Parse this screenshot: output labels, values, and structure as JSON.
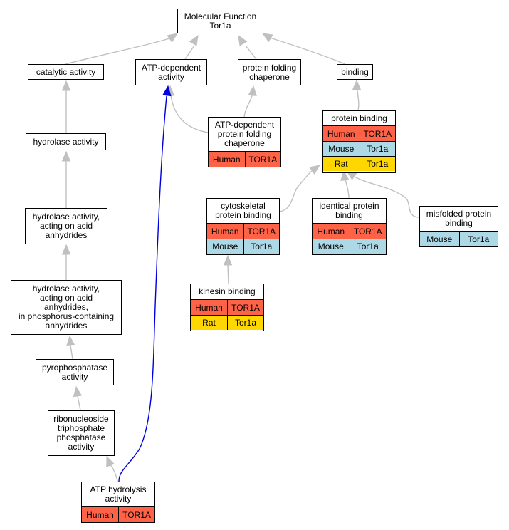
{
  "colors": {
    "edge": "#c0c0c0",
    "highlight_edge": "#0000dd",
    "human": "#ff6347",
    "mouse": "#add8e6",
    "rat": "#ffd700"
  },
  "nodes": {
    "root": "Molecular Function\nTor1a",
    "catalytic": "catalytic activity",
    "atp_dep": "ATP-dependent\nactivity",
    "folding_chaperone": "protein folding\nchaperone",
    "binding": "binding",
    "hydrolase": "hydrolase activity",
    "hydrolase_anhydrides": "hydrolase activity,\nacting on acid\nanhydrides",
    "hydrolase_phos": "hydrolase activity,\nacting on acid\nanhydrides,\nin phosphorus-containing\nanhydrides",
    "pyrophosphatase": "pyrophosphatase\nactivity",
    "ribonucleoside": "ribonucleoside\ntriphosphate\nphosphatase\nactivity"
  },
  "tables": {
    "atp_hydrolysis": {
      "title": "ATP hydrolysis\nactivity",
      "rows": [
        [
          "Human",
          "TOR1A"
        ]
      ]
    },
    "atp_dep_chaperone": {
      "title": "ATP-dependent\nprotein folding\nchaperone",
      "rows": [
        [
          "Human",
          "TOR1A"
        ]
      ]
    },
    "protein_binding": {
      "title": "protein binding",
      "rows": [
        [
          "Human",
          "TOR1A"
        ],
        [
          "Mouse",
          "Tor1a"
        ],
        [
          "Rat",
          "Tor1a"
        ]
      ]
    },
    "cytoskeletal": {
      "title": "cytoskeletal\nprotein binding",
      "rows": [
        [
          "Human",
          "TOR1A"
        ],
        [
          "Mouse",
          "Tor1a"
        ]
      ]
    },
    "identical": {
      "title": "identical protein\nbinding",
      "rows": [
        [
          "Human",
          "TOR1A"
        ],
        [
          "Mouse",
          "Tor1a"
        ]
      ]
    },
    "misfolded": {
      "title": "misfolded protein\nbinding",
      "rows": [
        [
          "Mouse",
          "Tor1a"
        ]
      ]
    },
    "kinesin": {
      "title": "kinesin binding",
      "rows": [
        [
          "Human",
          "TOR1A"
        ],
        [
          "Rat",
          "Tor1a"
        ]
      ]
    }
  }
}
